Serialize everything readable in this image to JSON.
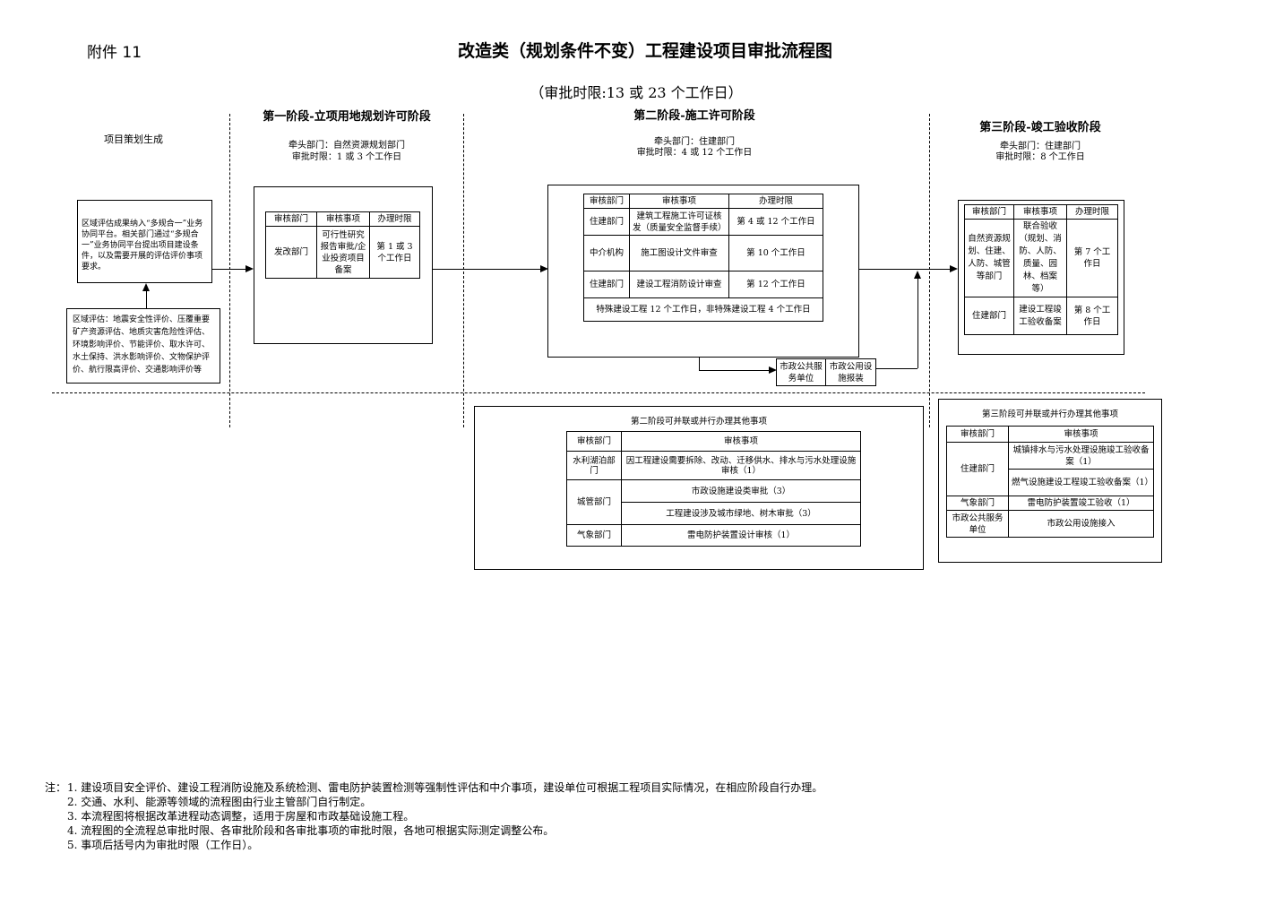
{
  "attachment": "附件 11",
  "title": "改造类（规划条件不变）工程建设项目审批流程图",
  "subtitle": "（审批时限:13 或 23 个工作日）",
  "project_gen": {
    "label": "项目策划生成",
    "box1": "区域评估成果纳入“多规合一”业务协同平台。相关部门通过“多规合一”业务协同平台提出项目建设条件，以及需要开展的评估评价事项要求。",
    "box2": "区域评估：地震安全性评价、压覆重要矿产资源评估、地质灾害危险性评估、环境影响评价、节能评价、取水许可、水土保持、洪水影响评价、文物保护评价、航行限高评价、交通影响评价等"
  },
  "stage1": {
    "title": "第一阶段-立项用地规划许可阶段",
    "lead": "牵头部门：自然资源规划部门",
    "limit": "审批时限：1 或 3 个工作日",
    "headers": [
      "审核部门",
      "审核事项",
      "办理时限"
    ],
    "rows": [
      {
        "dept": "发改部门",
        "item": "可行性研究报告审批/企业投资项目备案",
        "time": "第 1 或 3 个工作日"
      }
    ]
  },
  "stage2": {
    "title": "第二阶段-施工许可阶段",
    "lead": "牵头部门：住建部门",
    "limit": "审批时限：4 或 12 个工作日",
    "headers": [
      "审核部门",
      "审核事项",
      "办理时限"
    ],
    "rows": [
      {
        "dept": "住建部门",
        "item": "建筑工程施工许可证核发（质量安全监督手续）",
        "time": "第 4 或 12 个工作日"
      },
      {
        "dept": "中介机构",
        "item": "施工图设计文件审查",
        "time": "第 10 个工作日"
      },
      {
        "dept": "住建部门",
        "item": "建设工程消防设计审查",
        "time": "第 12 个工作日"
      }
    ],
    "footer": "特殊建设工程 12 个工作日，非特殊建设工程 4 个工作日",
    "side_boxes": [
      "市政公共服务单位",
      "市政公用设施报装"
    ]
  },
  "stage3": {
    "title": "第三阶段-竣工验收阶段",
    "lead": "牵头部门：住建部门",
    "limit": "审批时限：8 个工作日",
    "headers": [
      "审核部门",
      "审核事项",
      "办理时限"
    ],
    "rows": [
      {
        "dept": "自然资源规划、住建、人防、城管等部门",
        "item": "联合验收（规划、消防、人防、质量、园林、档案等）",
        "time": "第 7 个工作日"
      },
      {
        "dept": "住建部门",
        "item": "建设工程竣工验收备案",
        "time": "第 8 个工作日"
      }
    ]
  },
  "parallel2": {
    "title": "第二阶段可并联或并行办理其他事项",
    "headers": [
      "审核部门",
      "审核事项"
    ],
    "rows": [
      {
        "dept": "水利湖泊部门",
        "items": [
          "因工程建设需要拆除、改动、迁移供水、排水与污水处理设施审核（1）"
        ]
      },
      {
        "dept": "城管部门",
        "items": [
          "市政设施建设类审批（3）",
          "工程建设涉及城市绿地、树木审批（3）"
        ]
      },
      {
        "dept": "气象部门",
        "items": [
          "雷电防护装置设计审核（1）"
        ]
      }
    ]
  },
  "parallel3": {
    "title": "第三阶段可并联或并行办理其他事项",
    "headers": [
      "审核部门",
      "审核事项"
    ],
    "rows": [
      {
        "dept": "住建部门",
        "items": [
          "城镇排水与污水处理设施竣工验收备案（1）",
          "燃气设施建设工程竣工验收备案（1）"
        ]
      },
      {
        "dept": "气象部门",
        "items": [
          "雷电防护装置竣工验收（1）"
        ]
      },
      {
        "dept": "市政公共服务单位",
        "items": [
          "市政公用设施接入"
        ]
      }
    ]
  },
  "notes": {
    "prefix": "注：",
    "lines": [
      "1. 建设项目安全评价、建设工程消防设施及系统检测、雷电防护装置检测等强制性评估和中介事项，建设单位可根据工程项目实际情况，在相应阶段自行办理。",
      "2. 交通、水利、能源等领域的流程图由行业主管部门自行制定。",
      "3. 本流程图将根据改革进程动态调整，适用于房屋和市政基础设施工程。",
      "4.  流程图的全流程总审批时限、各审批阶段和各审批事项的审批时限，各地可根据实际测定调整公布。",
      "5. 事项后括号内为审批时限（工作日）。"
    ]
  }
}
